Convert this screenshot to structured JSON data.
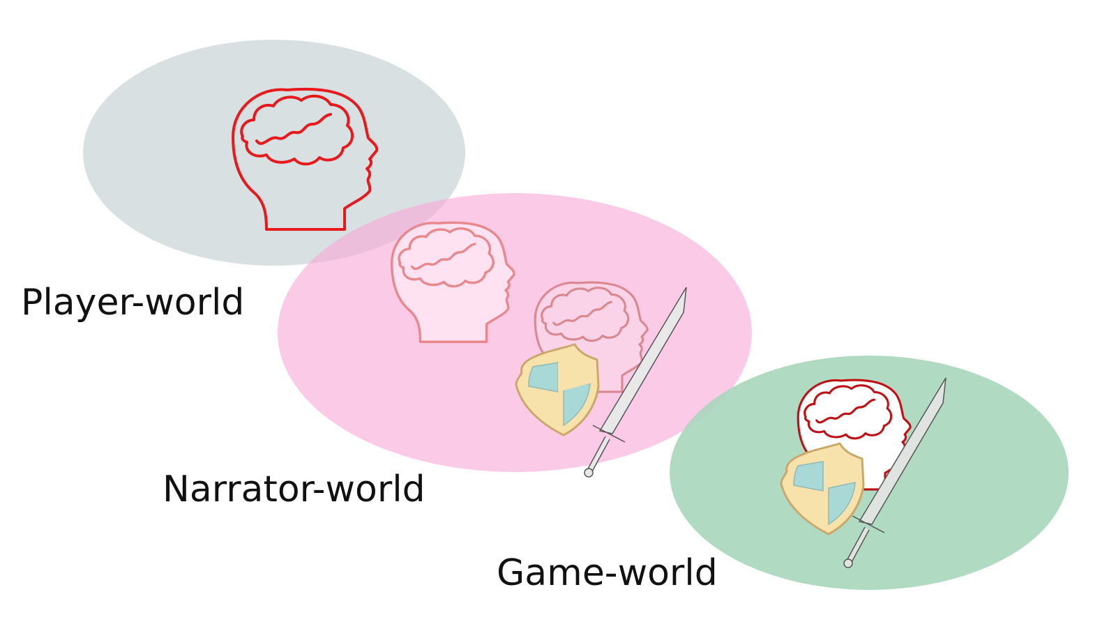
{
  "labels": {
    "player": "Player-world",
    "narrator": "Narrator-world",
    "game": "Game-world"
  },
  "colors": {
    "player_world_fill": "#d9e0e1",
    "narrator_world_fill": "#fcc4e4",
    "game_world_fill": "#a9d6bd",
    "head_outline_red": "#e8191c",
    "head_outline_pink": "#e8878c",
    "head_outline_dark_red": "#c01014",
    "shield_blue": "#a9d9d6",
    "shield_yellow": "#f8e2ac",
    "sword_gray": "#555555"
  },
  "icons": [
    "head-brain-icon",
    "shield-icon",
    "sword-icon"
  ]
}
